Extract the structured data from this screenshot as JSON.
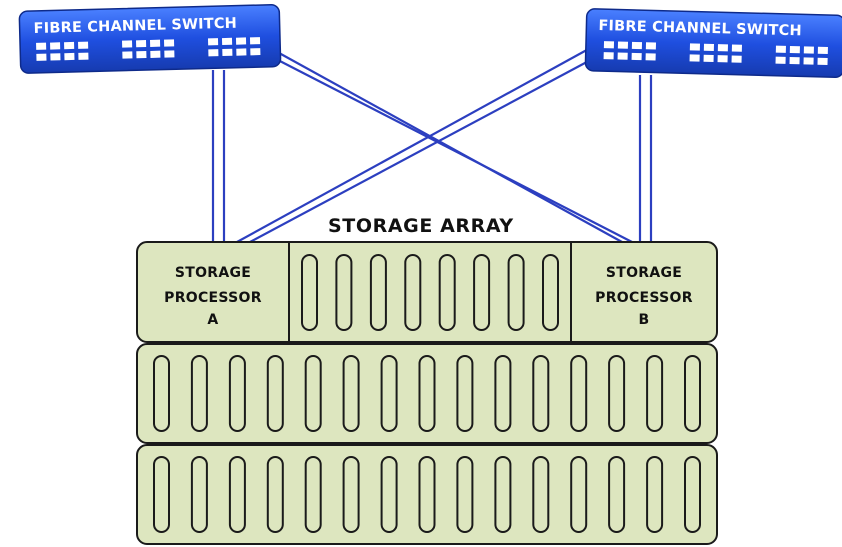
{
  "switches": {
    "left": {
      "label": "FIBRE CHANNEL SWITCH"
    },
    "right": {
      "label": "FIBRE CHANNEL SWITCH"
    }
  },
  "array": {
    "title": "STORAGE ARRAY",
    "processor_a": {
      "line1": "STORAGE",
      "line2": "PROCESSOR",
      "line3": "A"
    },
    "processor_b": {
      "line1": "STORAGE",
      "line2": "PROCESSOR",
      "line3": "B"
    },
    "controller_shelf_disk_count": 8,
    "expansion_shelves": [
      {
        "disk_count": 15
      },
      {
        "disk_count": 15
      }
    ]
  },
  "colors": {
    "switch_blue": "#1f4fe0",
    "switch_blue_light": "#3a73ff",
    "cable_blue": "#2c3fc0",
    "shelf_fill": "#dde6bf",
    "outline": "#1a1a1a"
  }
}
